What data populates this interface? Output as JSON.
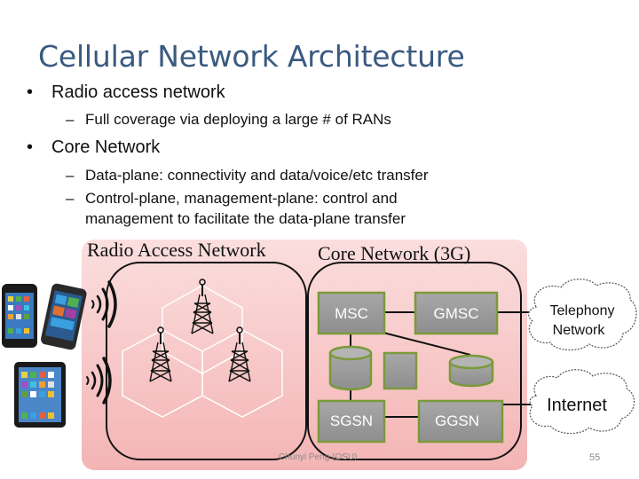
{
  "title": "Cellular Network Architecture",
  "bullets": [
    {
      "text": "Radio access network",
      "subs": [
        "Full coverage via deploying a large # of RANs"
      ]
    },
    {
      "text": "Core Network",
      "subs": [
        "Data-plane:  connectivity and data/voice/etc transfer",
        "Control-plane, management-plane: control and",
        "management to facilitate the data-plane transfer"
      ]
    }
  ],
  "diagram": {
    "ran_label": "Radio Access Network",
    "core_label": "Core Network (3G)",
    "nodes": {
      "msc": "MSC",
      "gmsc": "GMSC",
      "sgsn": "SGSN",
      "ggsn": "GGSN"
    },
    "clouds": {
      "telephony_line1": "Telephony",
      "telephony_line2": "Network",
      "internet": "Internet"
    },
    "colors": {
      "box_fill": "#9c9c9c",
      "box_border": "#7a9a3a",
      "bg_pink": "#f6c7c7"
    }
  },
  "footer": {
    "author": "Chunyi Peng (OSU)",
    "page": "55"
  }
}
